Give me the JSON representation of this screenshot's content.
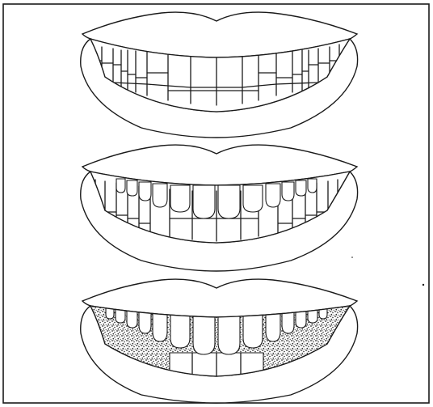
{
  "colors": {
    "ink": "#1a1a1a",
    "paper": "#ffffff",
    "stipple": "#3a3a3a"
  },
  "panels": [
    {
      "id": "boxy-teeth"
    },
    {
      "id": "shaped-front-teeth"
    },
    {
      "id": "textured-gums"
    }
  ]
}
